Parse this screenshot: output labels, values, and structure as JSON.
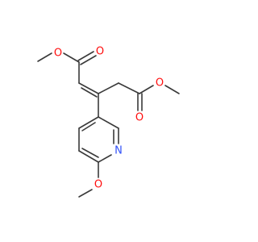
{
  "colors": {
    "bond": "#3a3a3a",
    "oxygen": "#ff0d0d",
    "nitrogen": "#3050f8",
    "background": "#ffffff"
  },
  "atoms": {
    "o_top_methoxy": "O",
    "o_top_carbonyl": "O",
    "o_right_methoxy": "O",
    "o_right_carbonyl": "O",
    "n_ring": "N",
    "o_bottom_methoxy": "O"
  }
}
